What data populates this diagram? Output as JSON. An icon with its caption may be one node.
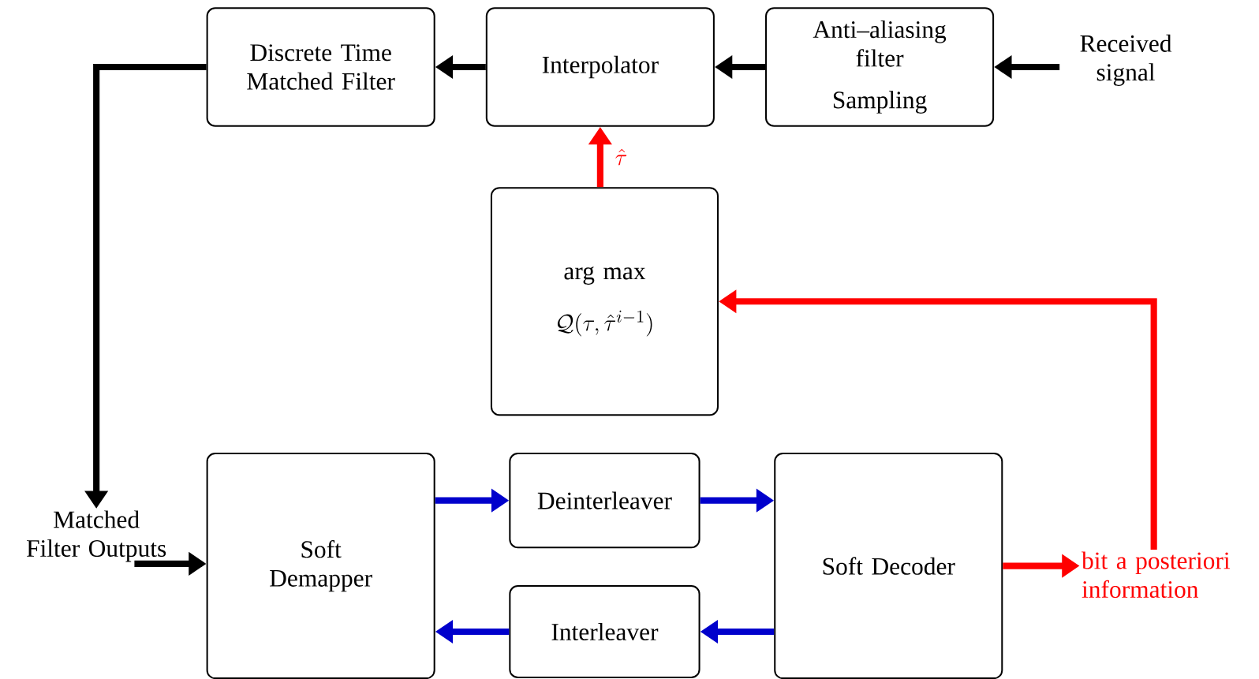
{
  "diagram": {
    "nodes": [
      {
        "text": [
          "Discrete Time Matched Filter"
        ]
      },
      {
        "text": [
          "Interpolator"
        ]
      },
      {
        "text": [
          "Anti–aliasing filter",
          "Sampling"
        ]
      },
      {
        "text": [
          "Received signal"
        ]
      },
      {
        "text": [
          "arg max",
          "\\mathcal{Q}(\\tau,\\hat{\\tau}^{i-1})"
        ]
      },
      {
        "text": [
          "Matched Filter Outputs"
        ]
      },
      {
        "text": [
          "Soft Demapper"
        ]
      },
      {
        "text": [
          "Deinterleaver"
        ]
      },
      {
        "text": [
          "Interleaver"
        ]
      },
      {
        "text": [
          "Soft Decoder"
        ]
      },
      {
        "text": [
          "bit a posteriori information"
        ]
      }
    ],
    "edges": [
      {
        "from": 3,
        "to": 2,
        "arrow": "to"
      },
      {
        "from": 2,
        "to": 1,
        "arrow": "to"
      },
      {
        "from": 1,
        "to": 0,
        "arrow": "to"
      },
      {
        "from": 0,
        "to": 5,
        "arrow": "to"
      },
      {
        "from": 5,
        "to": 6,
        "arrow": "to"
      },
      {
        "from": 6,
        "to": 7,
        "arrow": "to",
        "color": "#0000cc"
      },
      {
        "from": 7,
        "to": 9,
        "arrow": "to",
        "color": "#0000cc"
      },
      {
        "from": 9,
        "to": 8,
        "arrow": "to",
        "color": "#0000cc"
      },
      {
        "from": 8,
        "to": 6,
        "arrow": "to",
        "color": "#0000cc"
      },
      {
        "from": 9,
        "to": 10,
        "arrow": "to",
        "color": "#ff0000"
      },
      {
        "from": 10,
        "to": 4,
        "arrow": "to",
        "color": "#ff0000"
      },
      {
        "from": 4,
        "to": 1,
        "arrow": "to",
        "color": "#ff0000",
        "label": "\\hat{\\tau}"
      }
    ]
  }
}
